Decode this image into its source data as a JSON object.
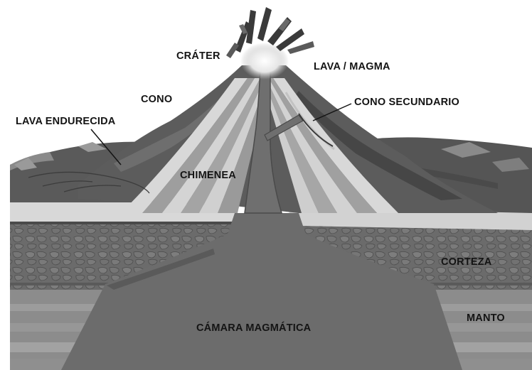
{
  "labels": {
    "crater": "CRÁTER",
    "lava_magma": "LAVA / MAGMA",
    "cono": "CONO",
    "cono_secundario": "CONO SECUNDARIO",
    "lava_endurecida": "LAVA ENDURECIDA",
    "chimenea": "CHIMENEA",
    "corteza": "CORTEZA",
    "manto": "MANTO",
    "camara_magmatica": "CÁMARA MAGMÁTICA"
  },
  "colors": {
    "sky": "#ffffff",
    "cone_dark": "#555555",
    "cone_mid": "#7a7a7a",
    "stripe_light": "#d6d6d6",
    "stripe_dark": "#9a9a9a",
    "crust": "#6e6e6e",
    "mantle": "#8a8a8a",
    "magma": "#6a6a6a",
    "glow": "#f2f2f2",
    "label_text": "#141414"
  }
}
